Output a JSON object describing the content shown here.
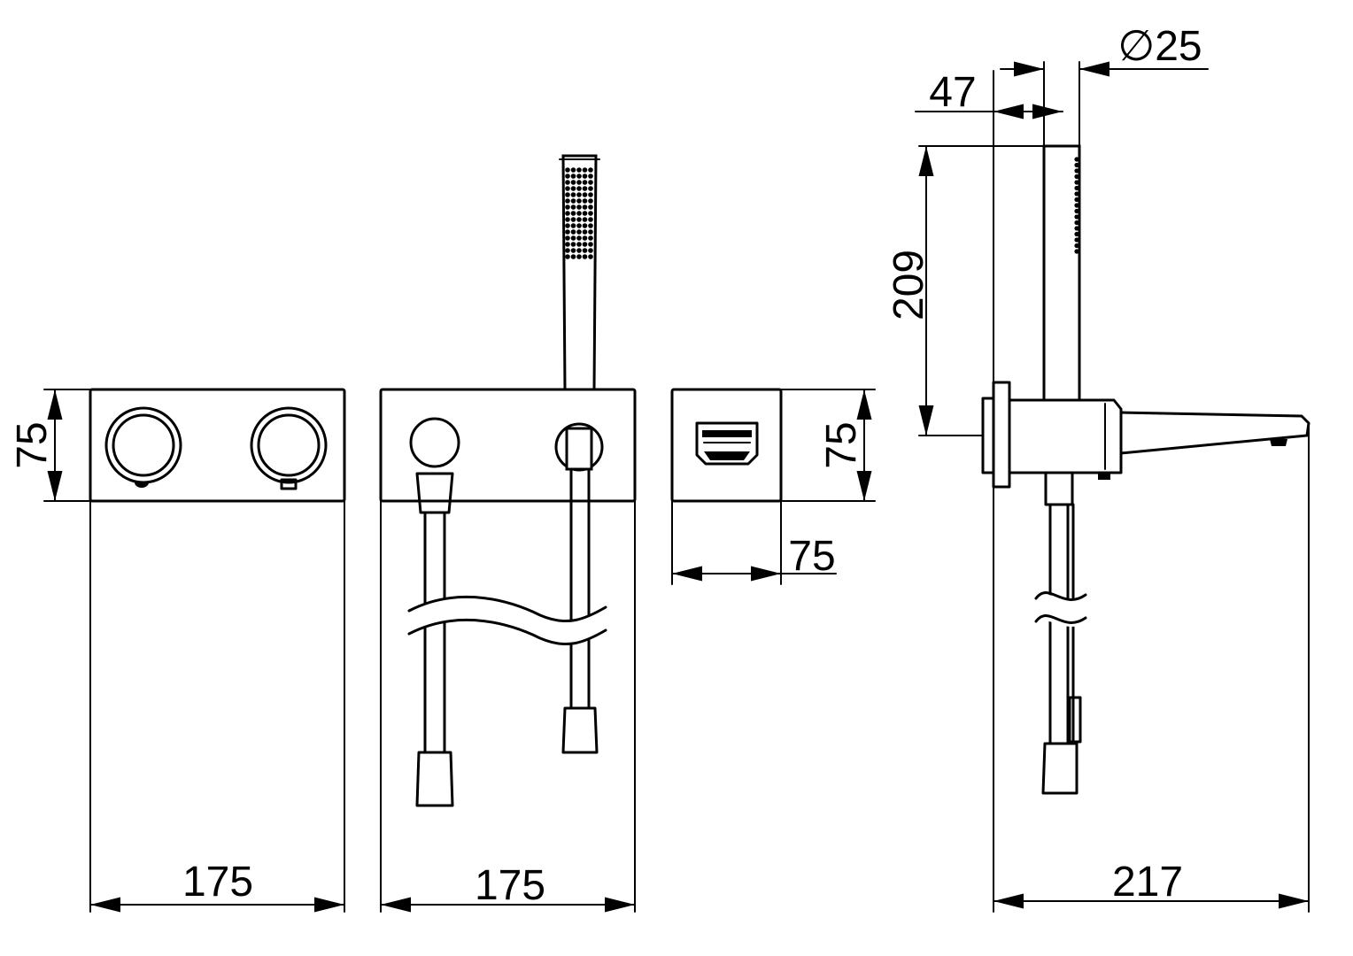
{
  "dimensions": {
    "front_view_1": {
      "width": "175",
      "height": "75"
    },
    "front_view_2": {
      "width": "175"
    },
    "spout_view": {
      "width": "75",
      "height": "75"
    },
    "side_view": {
      "projection": "217",
      "handshower_length": "209",
      "offset": "47",
      "diameter": "∅25"
    }
  }
}
